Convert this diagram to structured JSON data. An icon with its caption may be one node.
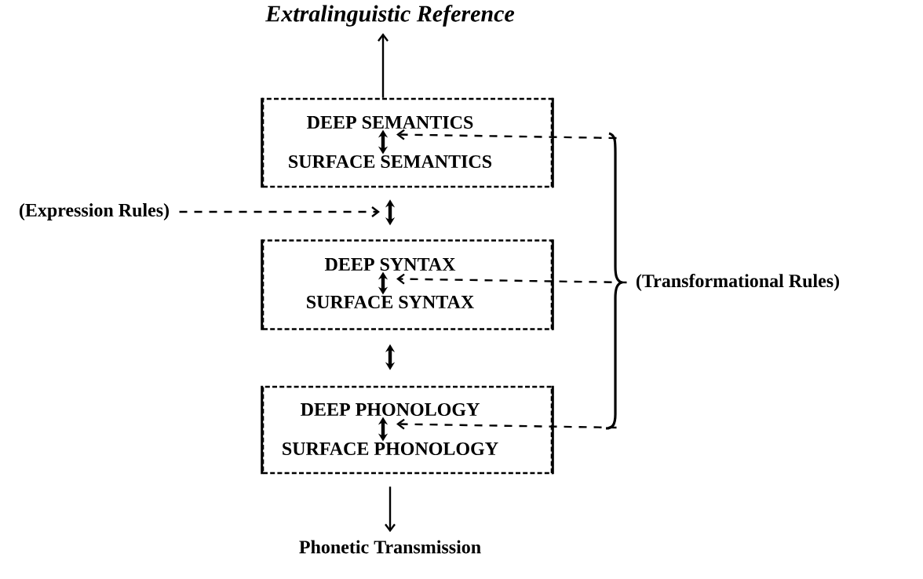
{
  "diagram": {
    "nodes": [
      {
        "text": [
          "Extralinguistic Reference"
        ]
      },
      {
        "text": [],
        "shape": "box"
      },
      {
        "text": [
          "DEEP SEMANTICS"
        ],
        "in": 1
      },
      {
        "text": [
          "SURFACE SEMANTICS"
        ],
        "in": 1
      },
      {
        "text": [
          "(Expression Rules)"
        ]
      },
      {
        "text": [],
        "shape": "box"
      },
      {
        "text": [
          "DEEP SYNTAX"
        ],
        "in": 5
      },
      {
        "text": [
          "SURFACE SYNTAX"
        ],
        "in": 5
      },
      {
        "text": [],
        "shape": "box"
      },
      {
        "text": [
          "DEEP PHONOLOGY"
        ],
        "in": 8
      },
      {
        "text": [
          "SURFACE PHONOLOGY"
        ],
        "in": 8
      },
      {
        "text": [
          "(Transformational Rules)"
        ]
      },
      {
        "text": [
          "Phonetic Transmission"
        ]
      }
    ],
    "edges": [
      {
        "from": 1,
        "to": 0,
        "arrow": "to"
      },
      {
        "from": 2,
        "to": 3,
        "arrow": "both",
        "style": "thick"
      },
      {
        "from": 1,
        "to": 5,
        "arrow": "both",
        "style": "thick"
      },
      {
        "from": 6,
        "to": 7,
        "arrow": "both",
        "style": "thick"
      },
      {
        "from": 5,
        "to": 8,
        "arrow": "both",
        "style": "thick"
      },
      {
        "from": 9,
        "to": 10,
        "arrow": "both",
        "style": "thick"
      },
      {
        "from": 8,
        "to": 12,
        "arrow": "to"
      },
      {
        "from": 4,
        "to": null,
        "arrow": "to",
        "style": "dashed"
      },
      {
        "from": 11,
        "to": 2,
        "arrow": "to",
        "style": "dashed"
      },
      {
        "from": 11,
        "to": 6,
        "arrow": "to",
        "style": "dashed"
      },
      {
        "from": 11,
        "to": 9,
        "arrow": "to",
        "style": "dashed"
      }
    ]
  }
}
